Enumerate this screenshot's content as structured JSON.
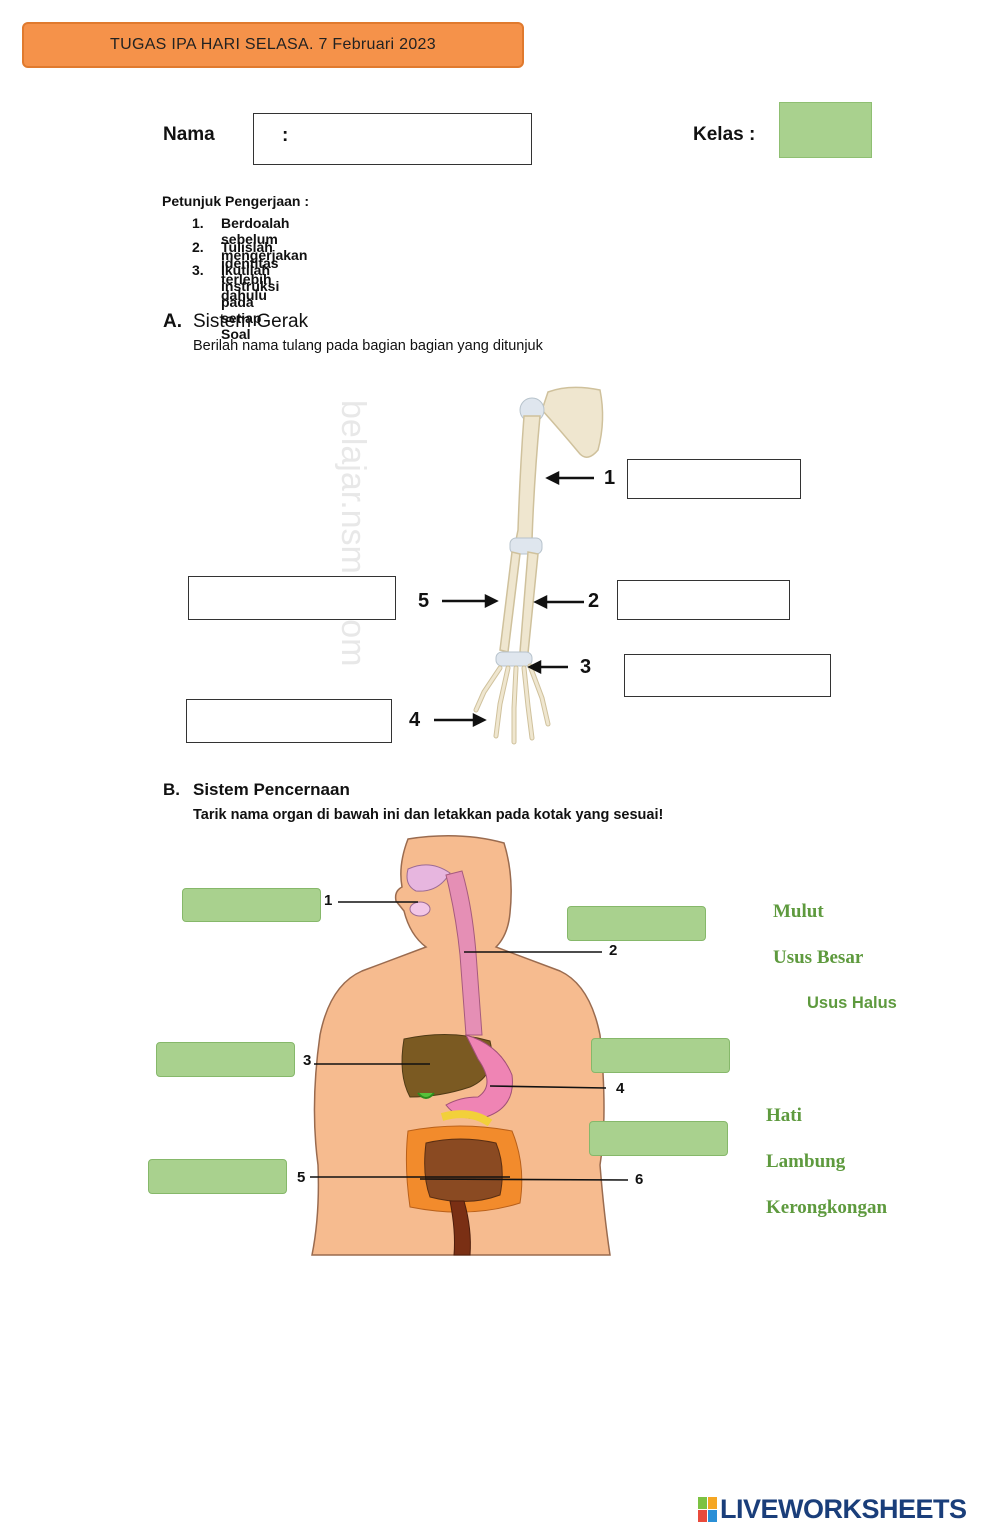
{
  "header": {
    "title": "TUGAS IPA HARI SELASA. 7 Februari 2023"
  },
  "identity": {
    "name_label": "Nama",
    "name_colon": ":",
    "class_label": "Kelas  :"
  },
  "instructions": {
    "heading": "Petunjuk Pengerjaan :",
    "items": [
      {
        "num": "1.",
        "text": "Berdoalah sebelum mengerjakan"
      },
      {
        "num": "2.",
        "text": "Tulislah identitas terlebih dahulu"
      },
      {
        "num": "3.",
        "text": "Ikutilah instruksi pada setiap Soal"
      }
    ]
  },
  "section_a": {
    "letter": "A.",
    "title": "Sistem Gerak",
    "subtitle": "Berilah nama tulang pada bagian bagian yang ditunjuk",
    "watermark": "belajar.nsmp.com",
    "labels": [
      "1",
      "2",
      "3",
      "4",
      "5"
    ]
  },
  "section_b": {
    "letter": "B.",
    "title": "Sistem Pencernaan",
    "subtitle": "Tarik nama organ di bawah ini dan letakkan pada kotak yang sesuai!",
    "labels": [
      "1",
      "2",
      "3",
      "4",
      "5",
      "6"
    ],
    "word_bank": [
      "Mulut",
      "Usus Besar",
      "Usus Halus",
      "Hati",
      "Lambung",
      "Kerongkongan"
    ]
  },
  "footer": {
    "brand": "LIVEWORKSHEETS"
  },
  "colors": {
    "banner": "#f5924a",
    "drop_box": "#a9d18e",
    "word_bank": "#5e9a3e"
  }
}
